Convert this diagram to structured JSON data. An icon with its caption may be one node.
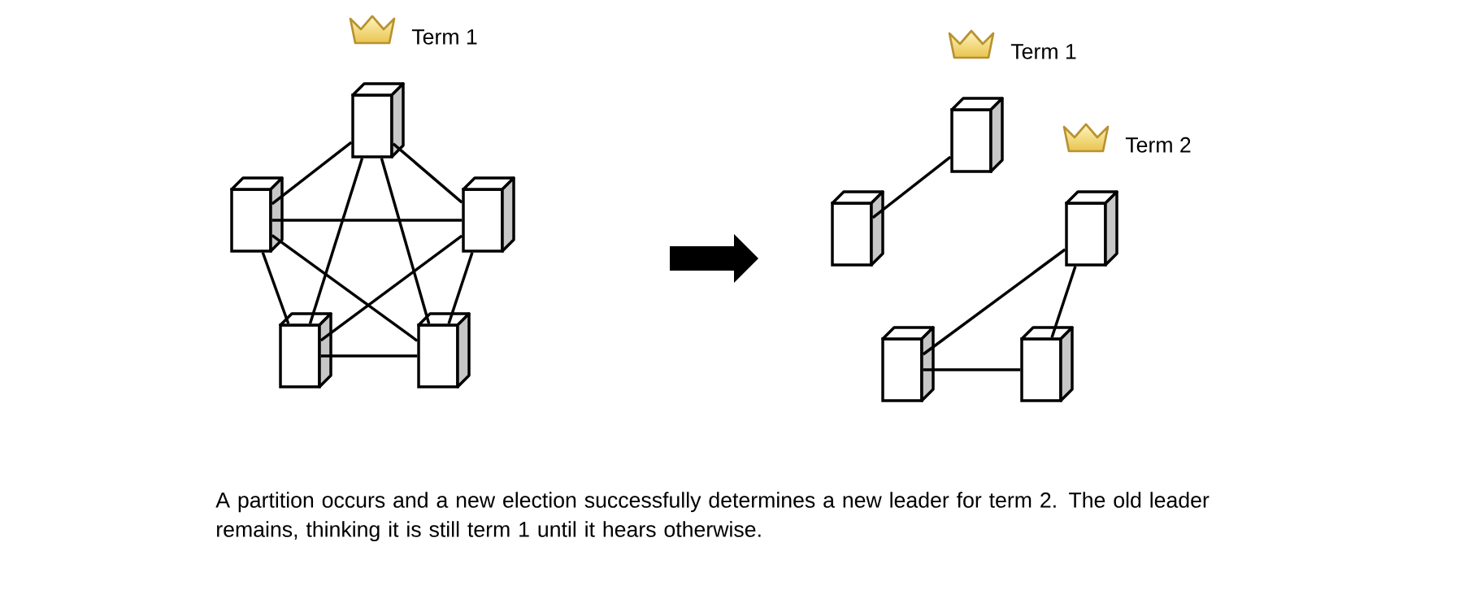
{
  "diagram": {
    "caption": "A partition occurs and a new election successfully determines a new leader for term 2. The old leader remains, thinking it is still term 1 until it hears otherwise.",
    "nodes": [
      {
        "text": [],
        "shape": "box",
        "beside": [
          "Term 1"
        ]
      },
      {
        "text": [],
        "shape": "box"
      },
      {
        "text": [],
        "shape": "box"
      },
      {
        "text": [],
        "shape": "box"
      },
      {
        "text": [],
        "shape": "box"
      },
      {
        "text": [],
        "shape": "box",
        "beside": [
          "Term 1"
        ]
      },
      {
        "text": [],
        "shape": "box"
      },
      {
        "text": [],
        "shape": "box",
        "beside": [
          "Term 2"
        ]
      },
      {
        "text": [],
        "shape": "box"
      },
      {
        "text": [],
        "shape": "box"
      }
    ],
    "edges": [
      {
        "from": 0,
        "to": 1,
        "arrow": "none"
      },
      {
        "from": 0,
        "to": 2,
        "arrow": "none"
      },
      {
        "from": 0,
        "to": 3,
        "arrow": "none"
      },
      {
        "from": 0,
        "to": 4,
        "arrow": "none"
      },
      {
        "from": 1,
        "to": 2,
        "arrow": "none"
      },
      {
        "from": 1,
        "to": 3,
        "arrow": "none"
      },
      {
        "from": 1,
        "to": 4,
        "arrow": "none"
      },
      {
        "from": 2,
        "to": 3,
        "arrow": "none"
      },
      {
        "from": 2,
        "to": 4,
        "arrow": "none"
      },
      {
        "from": 3,
        "to": 4,
        "arrow": "none"
      },
      {
        "from": 5,
        "to": 6,
        "arrow": "none"
      },
      {
        "from": 7,
        "to": 8,
        "arrow": "none"
      },
      {
        "from": 7,
        "to": 9,
        "arrow": "none"
      },
      {
        "from": 8,
        "to": 9,
        "arrow": "none"
      }
    ]
  }
}
